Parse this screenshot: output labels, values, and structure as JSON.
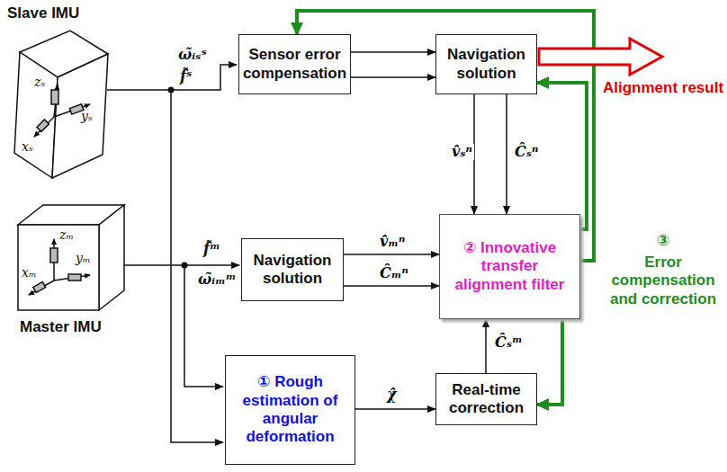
{
  "diagram": {
    "nodes": [
      {
        "text": [
          "Sensor error compensation"
        ]
      },
      {
        "text": [
          "Navigation solution"
        ]
      },
      {
        "text": [
          "Navigation solution"
        ]
      },
      {
        "text": [
          "② Innovative transfer alignment filter"
        ]
      },
      {
        "text": [
          "① Rough estimation of angular deformation"
        ]
      },
      {
        "text": [
          "Real-time correction"
        ]
      }
    ],
    "edges": [
      {
        "from": 0,
        "to": 1,
        "arrow": "to"
      },
      {
        "from": 0,
        "to": 1,
        "arrow": "to"
      },
      {
        "from": 1,
        "to": 3,
        "label": "v̂ₛⁿ",
        "arrow": "to"
      },
      {
        "from": 1,
        "to": 3,
        "label": "Ĉₛⁿ",
        "arrow": "to"
      },
      {
        "from": 2,
        "to": 3,
        "label": "v̂ₘⁿ",
        "arrow": "to"
      },
      {
        "from": 2,
        "to": 3,
        "label": "Ĉₘⁿ",
        "arrow": "to"
      },
      {
        "from": 4,
        "to": 5,
        "label": "χ̂",
        "arrow": "to"
      },
      {
        "from": 5,
        "to": 3,
        "label": "Ĉₛᵐ",
        "arrow": "to"
      },
      {
        "from": 3,
        "to": 1,
        "arrow": "to"
      },
      {
        "from": 3,
        "to": 0,
        "arrow": "to"
      },
      {
        "from": 3,
        "to": 5,
        "arrow": "to"
      }
    ],
    "labels": [
      "Slave IMU",
      "Master IMU",
      "zₛ",
      "yₛ",
      "xₛ",
      "zₘ",
      "xₘ",
      "yₘ",
      "ω̃ᵢₛˢ",
      "f̃ˢ",
      "f̃ᵐ",
      "ω̃ᵢₘᵐ",
      "Alignment result",
      "③",
      "Error compensation and correction"
    ]
  }
}
